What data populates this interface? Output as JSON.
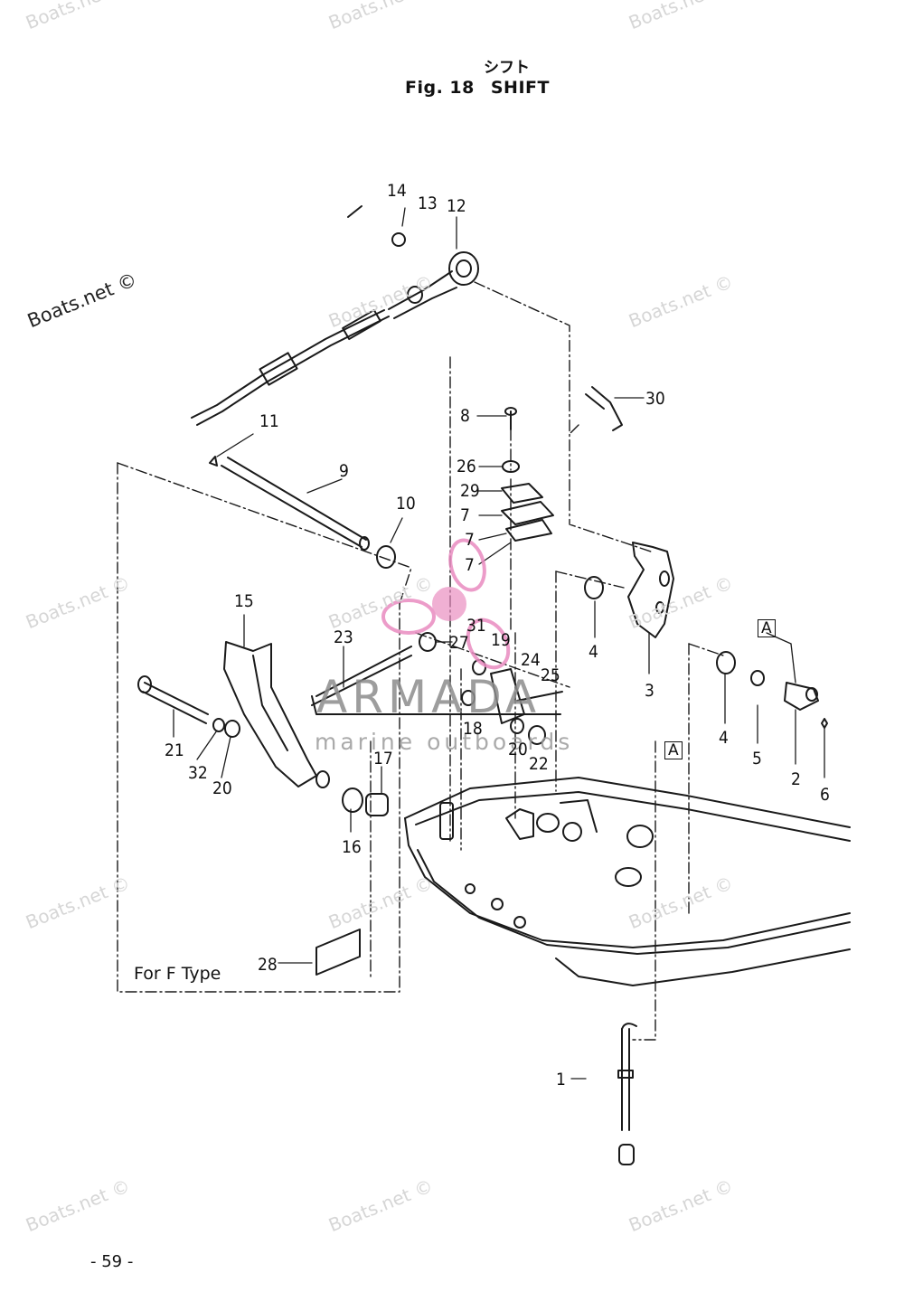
{
  "header": {
    "title_jp": "シフト",
    "fig_label": "Fig. 18",
    "title_en": "SHIFT"
  },
  "watermarks": {
    "text": "Boats.net ©",
    "dark_text": "Boats.net ©",
    "brand_name": "ARMADA",
    "brand_tagline": "marine outboards",
    "brand_color": "#e98bc0"
  },
  "callouts": [
    "14",
    "13",
    "12",
    "30",
    "8",
    "26",
    "29",
    "7",
    "7",
    "7",
    "11",
    "9",
    "10",
    "4",
    "3",
    "A",
    "4",
    "5",
    "2",
    "6",
    "15",
    "23",
    "31",
    "27",
    "19",
    "24",
    "25",
    "18",
    "20",
    "22",
    "21",
    "32",
    "20",
    "17",
    "16",
    "A",
    "28",
    "1"
  ],
  "box_labels": [
    "A",
    "A"
  ],
  "note": "For F Type",
  "footer": {
    "page": "- 59 -"
  }
}
